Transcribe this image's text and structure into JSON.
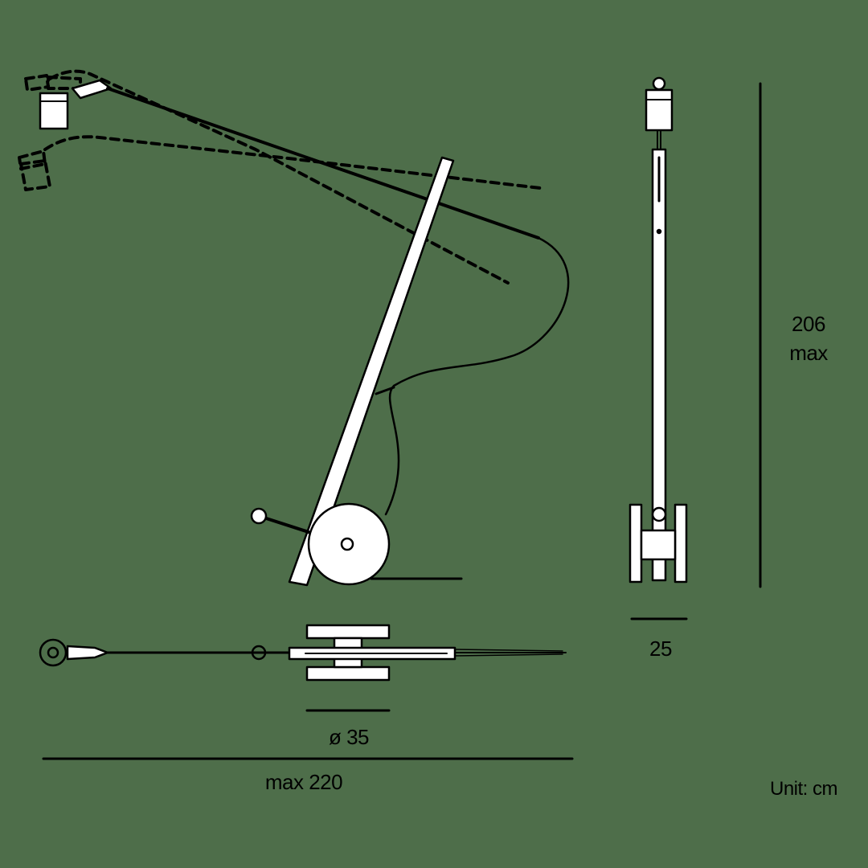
{
  "colors": {
    "background": "#4e6e4a",
    "line": "#000000",
    "fill": "#ffffff"
  },
  "dimensions": {
    "height": {
      "value": "206",
      "suffix": "max"
    },
    "width_side": "25",
    "base_diameter": "ø 35",
    "reach": "max 220"
  },
  "unit": "Unit: cm"
}
